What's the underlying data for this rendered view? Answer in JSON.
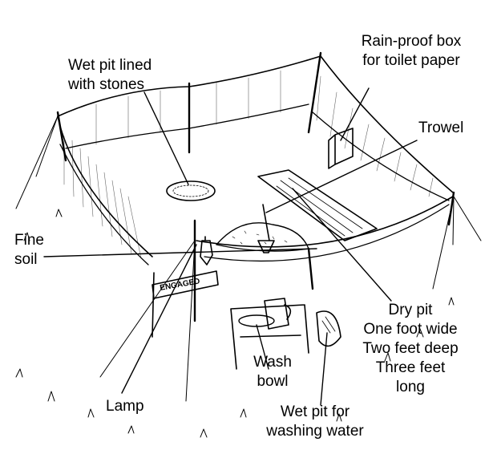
{
  "labels": {
    "rain_box": [
      "Rain-proof box",
      "for toilet paper"
    ],
    "wet_pit_stones": [
      "Wet pit lined",
      "with stones"
    ],
    "trowel": [
      "Trowel"
    ],
    "fine_soil": [
      "Fine",
      "soil"
    ],
    "dry_pit": [
      "Dry pit",
      "One foot wide",
      "Two feet deep",
      "Three feet",
      "long"
    ],
    "wash_bowl": [
      "Wash",
      "bowl"
    ],
    "lamp": [
      "Lamp"
    ],
    "wet_pit_washing": [
      "Wet pit for",
      "washing water"
    ],
    "engaged_sign": "ENGAGED"
  }
}
